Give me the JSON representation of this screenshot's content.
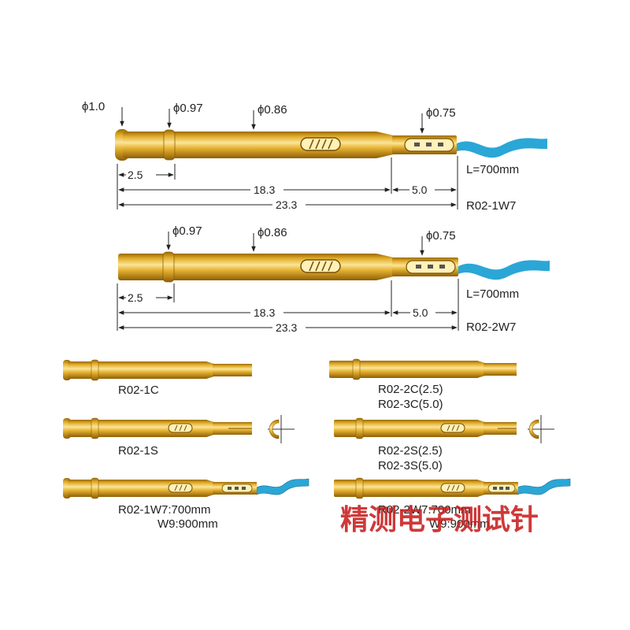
{
  "colors": {
    "gold": "#d9a21a",
    "gold_light": "#f8e08c",
    "gold_dark": "#9a6a08",
    "wire": "#2aa7d6",
    "watermark": "#c81e1e"
  },
  "probe_w7": {
    "d_head": "ϕ1.0",
    "d_collar": "ϕ0.97",
    "d_body": "ϕ0.86",
    "d_tail": "ϕ0.75",
    "dim_head": "2.5",
    "dim_body": "18.3",
    "dim_tail": "5.0",
    "dim_total": "23.3",
    "wire_length": "L=700mm",
    "model": "R02-1W7"
  },
  "probe_2w7": {
    "d_collar": "ϕ0.97",
    "d_body": "ϕ0.86",
    "d_tail": "ϕ0.75",
    "dim_head": "2.5",
    "dim_body": "18.3",
    "dim_tail": "5.0",
    "dim_total": "23.3",
    "wire_length": "L=700mm",
    "model": "R02-2W7"
  },
  "variants": {
    "r02_1c": "R02-1C",
    "r02_2c": "R02-2C(2.5)",
    "r02_3c": "R02-3C(5.0)",
    "r02_1s": "R02-1S",
    "r02_2s": "R02-2S(2.5)",
    "r02_3s": "R02-3S(5.0)",
    "r02_1w7": "R02-1W7:700mm",
    "r02_1w9": "W9:900mm",
    "r02_2w7": "R02-2W7:700mm",
    "r02_2w9": "W9:900mm"
  },
  "watermark": "精测电子测试针"
}
